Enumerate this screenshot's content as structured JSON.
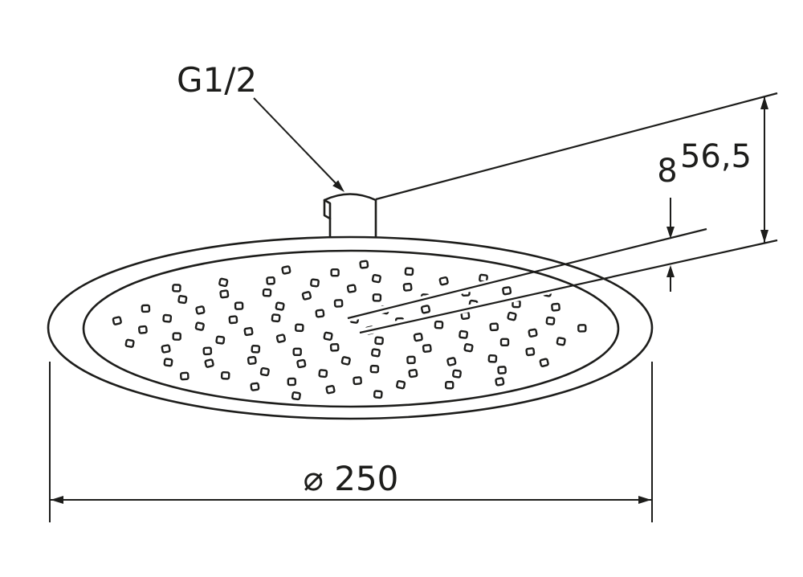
{
  "drawing": {
    "callouts": {
      "thread_label": "G1/2",
      "height_label": "56,5",
      "plate_thickness_label": "8",
      "diameter_label": "⌀ 250"
    },
    "colors": {
      "line": "#1d1d1b",
      "background": "#ffffff"
    },
    "nozzle_field": {
      "count": 96
    }
  }
}
